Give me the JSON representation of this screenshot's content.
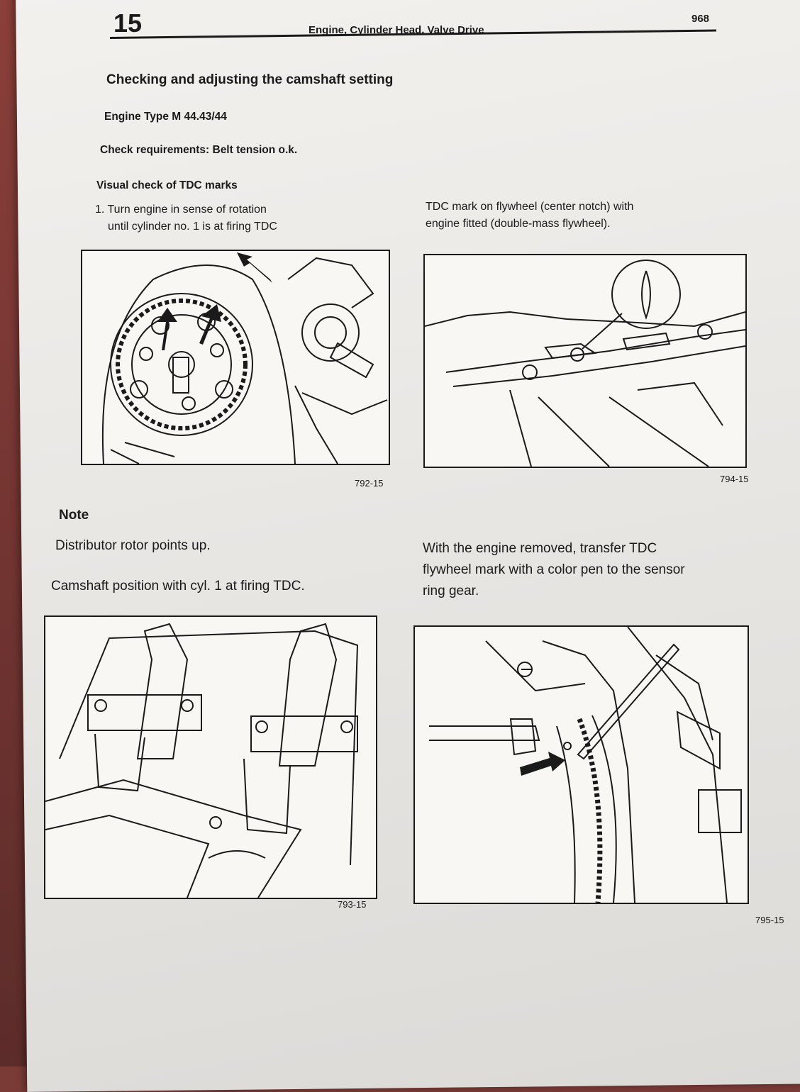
{
  "header": {
    "chapter_number": "15",
    "model": "968",
    "section": "Engine, Cylinder Head, Valve Drive"
  },
  "main": {
    "title": "Checking and adjusting the camshaft setting",
    "engine_type": "Engine Type M 44.43/44",
    "check_requirements": "Check requirements: Belt tension o.k.",
    "subheading": "Visual check of TDC marks",
    "step1_line1": "1. Turn engine in sense of rotation",
    "step1_line2": "until cylinder no. 1 is at firing TDC",
    "tdc_line1": "TDC mark on flywheel (center notch) with",
    "tdc_line2": "engine fitted (double-mass flywheel).",
    "note_heading": "Note",
    "note_text": "Distributor rotor points up.",
    "camshaft_text": "Camshaft position with cyl. 1 at firing TDC.",
    "removed_line1": "With the engine removed, transfer TDC",
    "removed_line2": "flywheel mark with a color pen to the sensor",
    "removed_line3": "ring gear."
  },
  "figures": {
    "fig1": "792-15",
    "fig2": "794-15",
    "fig3": "793-15",
    "fig4": "795-15"
  }
}
